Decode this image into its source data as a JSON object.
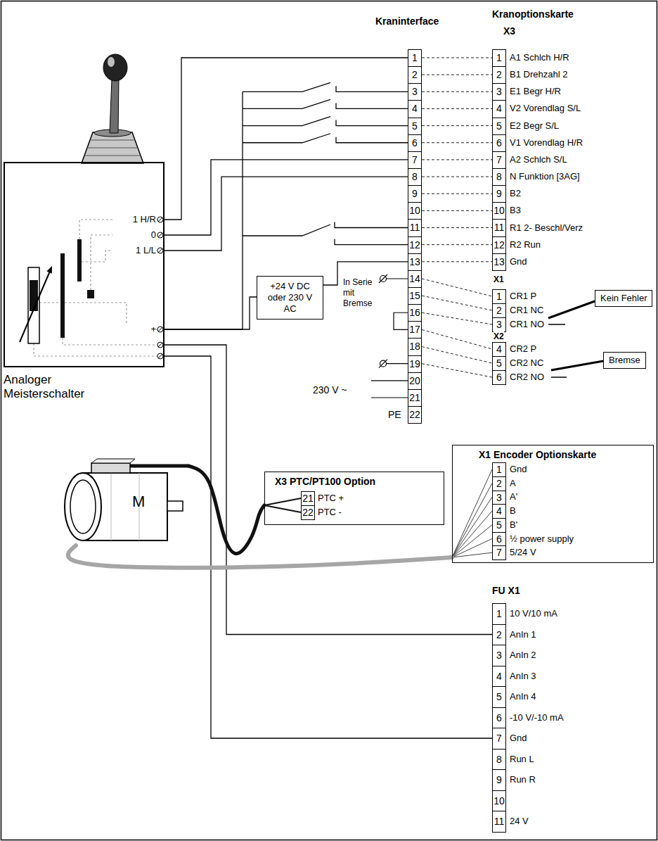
{
  "diagram": {
    "nodes": [
      {
        "text": [
          "Kraninterface"
        ]
      },
      {
        "text": [
          "Kranoptionskarte",
          "X3"
        ]
      },
      {
        "text": [
          "Analoger Meisterschalter"
        ]
      },
      {
        "text": [
          "+24 V DC oder 230 V AC"
        ]
      },
      {
        "text": [
          "Kein Fehler"
        ]
      },
      {
        "text": [
          "Bremse"
        ]
      },
      {
        "text": [
          "X3 PTC/PT100 Option"
        ]
      },
      {
        "text": [
          "X1 Encoder Optionskarte"
        ]
      },
      {
        "text": [
          "M"
        ]
      },
      {
        "text": [
          "FU X1"
        ]
      }
    ],
    "edges": [
      {
        "from": 0,
        "to": 1,
        "arrow": "none"
      },
      {
        "from": 0,
        "to": 1,
        "arrow": "none"
      },
      {
        "from": 0,
        "to": 1,
        "arrow": "none"
      },
      {
        "from": 0,
        "to": 1,
        "arrow": "none"
      },
      {
        "from": 0,
        "to": 1,
        "arrow": "none"
      },
      {
        "from": 0,
        "to": 1,
        "arrow": "none"
      },
      {
        "from": 0,
        "to": 1,
        "arrow": "none"
      },
      {
        "from": 0,
        "to": 1,
        "arrow": "none"
      },
      {
        "from": 0,
        "to": 1,
        "arrow": "none"
      },
      {
        "from": 0,
        "to": 1,
        "arrow": "none"
      },
      {
        "from": 0,
        "to": 1,
        "arrow": "none"
      },
      {
        "from": 0,
        "to": 1,
        "arrow": "none"
      },
      {
        "from": 0,
        "to": 1,
        "arrow": "none"
      },
      {
        "from": 0,
        "to": 1,
        "arrow": "none"
      },
      {
        "from": 0,
        "to": 1,
        "arrow": "none"
      },
      {
        "from": 0,
        "to": 1,
        "arrow": "none"
      },
      {
        "from": 0,
        "to": 1,
        "arrow": "none"
      },
      {
        "from": 0,
        "to": 1,
        "arrow": "none"
      },
      {
        "from": 0,
        "to": 1,
        "arrow": "none"
      },
      {
        "from": 2,
        "to": 0,
        "arrow": "none"
      },
      {
        "from": 2,
        "to": 0,
        "arrow": "none"
      },
      {
        "from": 2,
        "to": 0,
        "arrow": "none"
      },
      {
        "from": 2,
        "to": 0,
        "arrow": "none"
      },
      {
        "from": 2,
        "to": 3,
        "arrow": "none"
      },
      {
        "from": 3,
        "to": 0,
        "arrow": "none"
      },
      {
        "from": 2,
        "to": 9,
        "arrow": "none"
      },
      {
        "from": 2,
        "to": 9,
        "arrow": "none"
      },
      {
        "from": 8,
        "to": 6,
        "arrow": "none"
      },
      {
        "from": 8,
        "to": 7,
        "arrow": "none"
      }
    ],
    "labels": [
      "1",
      "2",
      "3",
      "4",
      "5",
      "6",
      "7",
      "8",
      "9",
      "10",
      "11",
      "12",
      "13",
      "14",
      "15",
      "16",
      "17",
      "18",
      "19",
      "20",
      "21",
      "22",
      "In Serie mit Bremse",
      "230 V ~",
      "PE",
      "1",
      "A1 Schlch H/R",
      "2",
      "B1 Drehzahl 2",
      "3",
      "E1 Begr H/R",
      "4",
      "V2 Vorendlag S/L",
      "5",
      "E2 Begr S/L",
      "6",
      "V1 Vorendlag H/R",
      "7",
      "A2 Schlch S/L",
      "8",
      "N Funktion [3AG]",
      "9",
      "B2",
      "10",
      "B3",
      "11",
      "R1 2- Beschl/Verz",
      "12",
      "R2 Run",
      "13",
      "Gnd",
      "X1",
      "1",
      "CR1 P",
      "2",
      "CR1 NC",
      "3",
      "CR1 NO",
      "X2",
      "4",
      "CR2 P",
      "5",
      "CR2 NC",
      "6",
      "CR2 NO",
      "1 H/R",
      "0",
      "1 L/L",
      "+",
      "21",
      "PTC +",
      "22",
      "PTC -",
      "1",
      "Gnd",
      "2",
      "A",
      "3",
      "A'",
      "4",
      "B",
      "5",
      "B'",
      "6",
      "½ power supply",
      "7",
      "5/24 V",
      "1",
      "10 V/10 mA",
      "2",
      "AnIn 1",
      "3",
      "AnIn 2",
      "4",
      "AnIn 3",
      "5",
      "AnIn 4",
      "6",
      "-10 V/-10 mA",
      "7",
      "Gnd",
      "8",
      "Run L",
      "9",
      "Run R",
      "10",
      "11",
      "24 V"
    ]
  }
}
